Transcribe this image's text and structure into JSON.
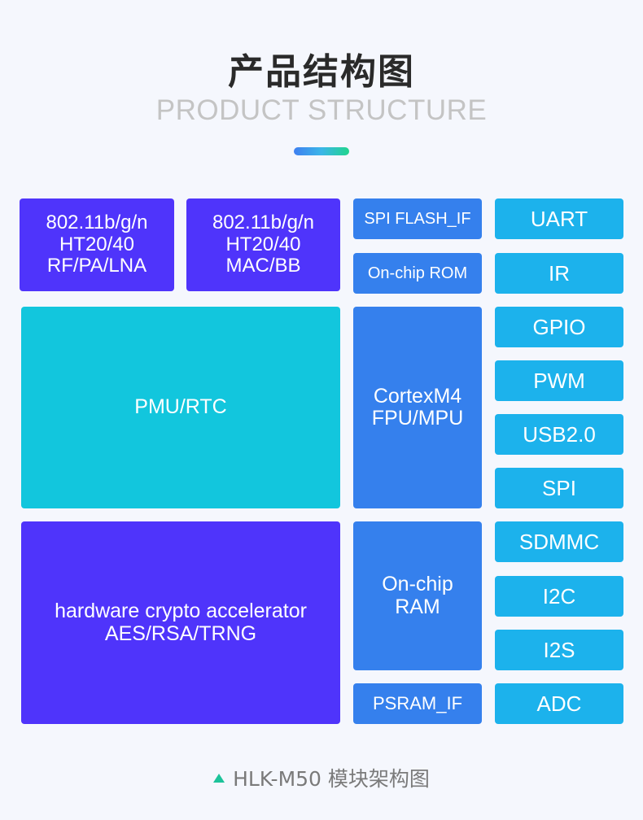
{
  "header": {
    "title": "产品结构图",
    "subtitle": "PRODUCT STRUCTURE"
  },
  "colors": {
    "purple": "#4f34fb",
    "teal": "#12c6dd",
    "blue": "#3580ed",
    "sky": "#1cb2ec",
    "footer_icon": "#1cc39a"
  },
  "blocks": {
    "rf": "802.11b/g/n\nHT20/40\nRF/PA/LNA",
    "mac": "802.11b/g/n\nHT20/40\nMAC/BB",
    "pmu": "PMU/RTC",
    "crypto": "hardware crypto accelerator\nAES/RSA/TRNG",
    "spi_flash": "SPI FLASH_IF",
    "rom": "On-chip ROM",
    "cortex": "CortexM4\nFPU/MPU",
    "ram": "On-chip\nRAM",
    "psram": "PSRAM_IF"
  },
  "peripherals": [
    "UART",
    "IR",
    "GPIO",
    "PWM",
    "USB2.0",
    "SPI",
    "SDMMC",
    "I2C",
    "I2S",
    "ADC"
  ],
  "footer": {
    "icon": "triangle-icon",
    "text": "HLK-M50 模块架构图"
  }
}
